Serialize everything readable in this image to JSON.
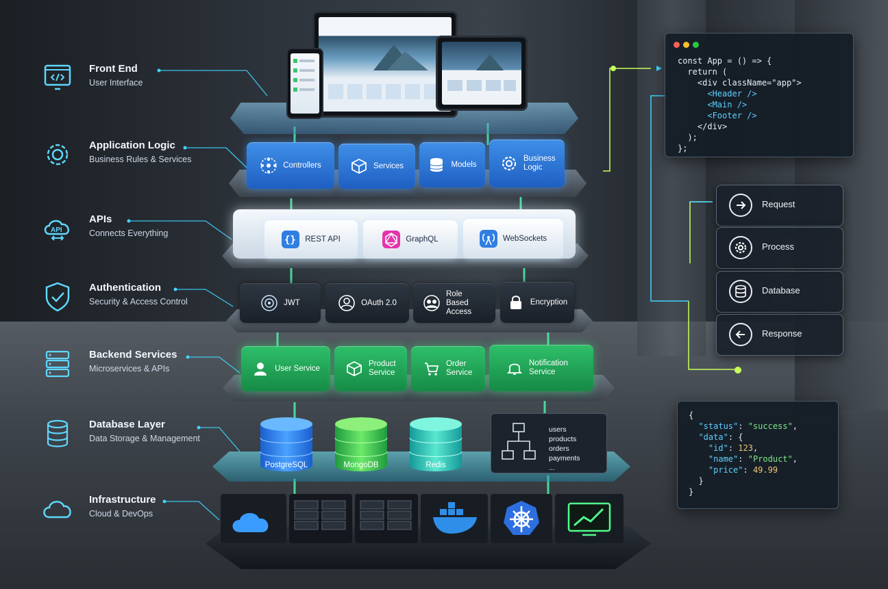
{
  "legend": [
    {
      "title": "Front End",
      "subtitle": "User Interface",
      "icon": "code-window-icon"
    },
    {
      "title": "Application Logic",
      "subtitle": "Business Rules & Services",
      "icon": "gear-icon"
    },
    {
      "title": "APIs",
      "subtitle": "Connects Everything",
      "icon": "api-cloud-icon"
    },
    {
      "title": "Authentication",
      "subtitle": "Security & Access Control",
      "icon": "shield-check-icon"
    },
    {
      "title": "Backend Services",
      "subtitle": "Microservices & APIs",
      "icon": "server-rack-icon"
    },
    {
      "title": "Database Layer",
      "subtitle": "Data Storage & Management",
      "icon": "database-icon"
    },
    {
      "title": "Infrastructure",
      "subtitle": "Cloud & DevOps",
      "icon": "cloud-icon"
    }
  ],
  "layers": {
    "app_logic": [
      "Controllers",
      "Services",
      "Models",
      "Business Logic"
    ],
    "apis": [
      "REST API",
      "GraphQL",
      "WebSockets"
    ],
    "auth": [
      "JWT",
      "OAuth 2.0",
      "Role Based Access",
      "Encryption"
    ],
    "backend": [
      "User Service",
      "Product Service",
      "Order Service",
      "Notification Service"
    ],
    "databases": [
      "PostgreSQL",
      "MongoDB",
      "Redis"
    ],
    "schema_tables": [
      "users",
      "products",
      "orders",
      "payments",
      "..."
    ]
  },
  "code_top": {
    "line1": "const App = () => {",
    "line2": "  return (",
    "line3": "    <div className=\"app\">",
    "line4": "      <Header />",
    "line5": "      <Main />",
    "line6": "      <Footer />",
    "line7": "    </div>",
    "line8": "  );",
    "line9": "};"
  },
  "flow": [
    "Request",
    "Process",
    "Database",
    "Response"
  ],
  "json_response": {
    "l1": "{",
    "l2_key": "\"status\"",
    "l2_val": "\"success\"",
    "l3_key": "\"data\"",
    "l4_key": "\"id\"",
    "l4_val": "123",
    "l5_key": "\"name\"",
    "l5_val": "\"Product\"",
    "l6_key": "\"price\"",
    "l6_val": "49.99",
    "l7": "}",
    "l8": "}"
  },
  "colors": {
    "accent": "#3fd4ff",
    "green": "#5dff8a",
    "blue": "#2f7fe0"
  }
}
